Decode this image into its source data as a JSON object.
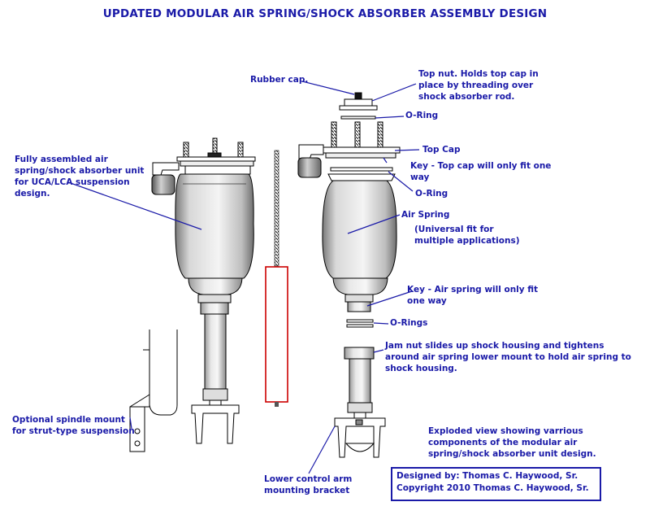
{
  "title": "UPDATED MODULAR AIR SPRING/SHOCK ABSORBER ASSEMBLY DESIGN",
  "labels": {
    "rubber_cap": "Rubber cap.",
    "top_nut": [
      "Top nut. Holds top cap in",
      "place by threading over",
      "shock absorber rod."
    ],
    "o_ring_top": "O-Ring",
    "top_cap": "Top Cap",
    "key_top_cap": [
      "Key - Top cap will only fit one",
      "way"
    ],
    "o_ring_mid": "O-Ring",
    "air_spring": "Air Spring",
    "universal_fit": [
      "(Universal fit for",
      "multiple applications)"
    ],
    "key_air_spring": [
      "Key - Air spring will only fit",
      "one way"
    ],
    "o_rings": "O-Rings",
    "jam_nut": [
      "Jam nut slides up shock housing and tightens",
      "around air spring lower mount to hold air spring to",
      "shock housing."
    ],
    "fully_assembled": [
      "Fully assembled air",
      "spring/shock absorber unit",
      "for UCA/LCA suspension",
      "design."
    ],
    "optional_spindle": [
      "Optional spindle mount",
      "for strut-type suspension"
    ],
    "lower_control_arm": [
      "Lower control arm",
      "mounting bracket"
    ],
    "exploded_view": [
      "Exploded view showing varrious",
      "components of the modular air",
      "spring/shock absorber unit design."
    ]
  },
  "credit": {
    "designed_by": "Designed by: Thomas C. Haywood, Sr.",
    "copyright": "Copyright 2010 Thomas C. Haywood, Sr."
  },
  "colors": {
    "text": "#1a1aa8",
    "line": "#000000",
    "shock_outline": "#cc0000"
  }
}
